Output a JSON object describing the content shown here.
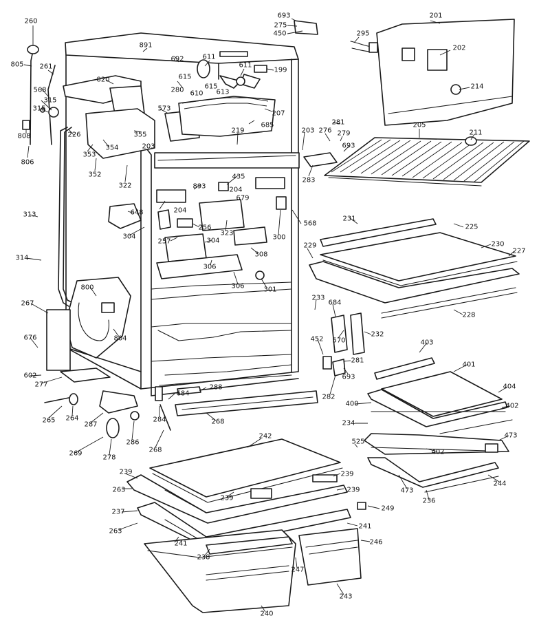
{
  "diagram": {
    "kind": "exploded parts view",
    "ink_color": "#1a1a1a",
    "background_color": "#ffffff",
    "callouts": [
      {
        "id": "c693a",
        "text": "693"
      },
      {
        "id": "c275",
        "text": "275"
      },
      {
        "id": "c450",
        "text": "450"
      },
      {
        "id": "c201",
        "text": "201"
      },
      {
        "id": "c295",
        "text": "295"
      },
      {
        "id": "c202",
        "text": "202"
      },
      {
        "id": "c214",
        "text": "214"
      },
      {
        "id": "c260",
        "text": "260"
      },
      {
        "id": "c891",
        "text": "891"
      },
      {
        "id": "c692",
        "text": "692"
      },
      {
        "id": "c611a",
        "text": "611"
      },
      {
        "id": "c611b",
        "text": "611"
      },
      {
        "id": "c199",
        "text": "199"
      },
      {
        "id": "c805",
        "text": "805"
      },
      {
        "id": "c261",
        "text": "261"
      },
      {
        "id": "c615a",
        "text": "615"
      },
      {
        "id": "c615b",
        "text": "615"
      },
      {
        "id": "c820",
        "text": "820"
      },
      {
        "id": "c568a",
        "text": "568"
      },
      {
        "id": "c280",
        "text": "280"
      },
      {
        "id": "c610",
        "text": "610"
      },
      {
        "id": "c613",
        "text": "613"
      },
      {
        "id": "c315a",
        "text": "315"
      },
      {
        "id": "c573",
        "text": "573"
      },
      {
        "id": "c207",
        "text": "207"
      },
      {
        "id": "c315b",
        "text": "315"
      },
      {
        "id": "c685",
        "text": "685"
      },
      {
        "id": "c281a",
        "text": "281"
      },
      {
        "id": "c355",
        "text": "355"
      },
      {
        "id": "c276",
        "text": "276"
      },
      {
        "id": "c279",
        "text": "279"
      },
      {
        "id": "c808",
        "text": "808"
      },
      {
        "id": "c203a",
        "text": "203"
      },
      {
        "id": "c219",
        "text": "219"
      },
      {
        "id": "c693b",
        "text": "693"
      },
      {
        "id": "c205",
        "text": "205"
      },
      {
        "id": "c211",
        "text": "211"
      },
      {
        "id": "c354",
        "text": "354"
      },
      {
        "id": "c226",
        "text": "226"
      },
      {
        "id": "c353",
        "text": "353"
      },
      {
        "id": "c203b",
        "text": "203"
      },
      {
        "id": "c806",
        "text": "806"
      },
      {
        "id": "c352",
        "text": "352"
      },
      {
        "id": "c322",
        "text": "322"
      },
      {
        "id": "c283",
        "text": "283"
      },
      {
        "id": "c435",
        "text": "435"
      },
      {
        "id": "c893",
        "text": "893"
      },
      {
        "id": "c204a",
        "text": "204"
      },
      {
        "id": "c679",
        "text": "679"
      },
      {
        "id": "c204b",
        "text": "204"
      },
      {
        "id": "c313",
        "text": "313"
      },
      {
        "id": "c648",
        "text": "648"
      },
      {
        "id": "c568b",
        "text": "568"
      },
      {
        "id": "c231",
        "text": "231"
      },
      {
        "id": "c225",
        "text": "225"
      },
      {
        "id": "c256",
        "text": "256"
      },
      {
        "id": "c323",
        "text": "323"
      },
      {
        "id": "c304a",
        "text": "304"
      },
      {
        "id": "c300",
        "text": "300"
      },
      {
        "id": "c230",
        "text": "230"
      },
      {
        "id": "c227",
        "text": "227"
      },
      {
        "id": "c257",
        "text": "257"
      },
      {
        "id": "c304b",
        "text": "304"
      },
      {
        "id": "c308",
        "text": "308"
      },
      {
        "id": "c229",
        "text": "229"
      },
      {
        "id": "c314",
        "text": "314"
      },
      {
        "id": "c306a",
        "text": "306"
      },
      {
        "id": "c306b",
        "text": "306"
      },
      {
        "id": "c301",
        "text": "301"
      },
      {
        "id": "c800",
        "text": "800"
      },
      {
        "id": "c233",
        "text": "233"
      },
      {
        "id": "c684a",
        "text": "684"
      },
      {
        "id": "c267",
        "text": "267"
      },
      {
        "id": "c228",
        "text": "228"
      },
      {
        "id": "c804",
        "text": "804"
      },
      {
        "id": "c570",
        "text": "570"
      },
      {
        "id": "c232",
        "text": "232"
      },
      {
        "id": "c676",
        "text": "676"
      },
      {
        "id": "c452",
        "text": "452"
      },
      {
        "id": "c403",
        "text": "403"
      },
      {
        "id": "c281b",
        "text": "281"
      },
      {
        "id": "c602",
        "text": "602"
      },
      {
        "id": "c401",
        "text": "401"
      },
      {
        "id": "c277",
        "text": "277"
      },
      {
        "id": "c693c",
        "text": "693"
      },
      {
        "id": "c288",
        "text": "288"
      },
      {
        "id": "c404",
        "text": "404"
      },
      {
        "id": "c282",
        "text": "282"
      },
      {
        "id": "c684b",
        "text": "684"
      },
      {
        "id": "c400",
        "text": "400"
      },
      {
        "id": "c402a",
        "text": "402"
      },
      {
        "id": "c265",
        "text": "265"
      },
      {
        "id": "c264",
        "text": "264"
      },
      {
        "id": "c287",
        "text": "287"
      },
      {
        "id": "c284",
        "text": "284"
      },
      {
        "id": "c268a",
        "text": "268"
      },
      {
        "id": "c234",
        "text": "234"
      },
      {
        "id": "c473a",
        "text": "473"
      },
      {
        "id": "c286",
        "text": "286"
      },
      {
        "id": "c525",
        "text": "525"
      },
      {
        "id": "c402b",
        "text": "402"
      },
      {
        "id": "c269",
        "text": "269"
      },
      {
        "id": "c268b",
        "text": "268"
      },
      {
        "id": "c242",
        "text": "242"
      },
      {
        "id": "c278",
        "text": "278"
      },
      {
        "id": "c473b",
        "text": "473"
      },
      {
        "id": "c244",
        "text": "244"
      },
      {
        "id": "c239a",
        "text": "239"
      },
      {
        "id": "c239b",
        "text": "239"
      },
      {
        "id": "c236",
        "text": "236"
      },
      {
        "id": "c263a",
        "text": "263"
      },
      {
        "id": "c239c",
        "text": "239"
      },
      {
        "id": "c239d",
        "text": "239"
      },
      {
        "id": "c249",
        "text": "249"
      },
      {
        "id": "c237",
        "text": "237"
      },
      {
        "id": "c263b",
        "text": "263"
      },
      {
        "id": "c241a",
        "text": "241"
      },
      {
        "id": "c241b",
        "text": "241"
      },
      {
        "id": "c238",
        "text": "238"
      },
      {
        "id": "c246",
        "text": "246"
      },
      {
        "id": "c247",
        "text": "247"
      },
      {
        "id": "c243",
        "text": "243"
      },
      {
        "id": "c240",
        "text": "240"
      }
    ]
  }
}
